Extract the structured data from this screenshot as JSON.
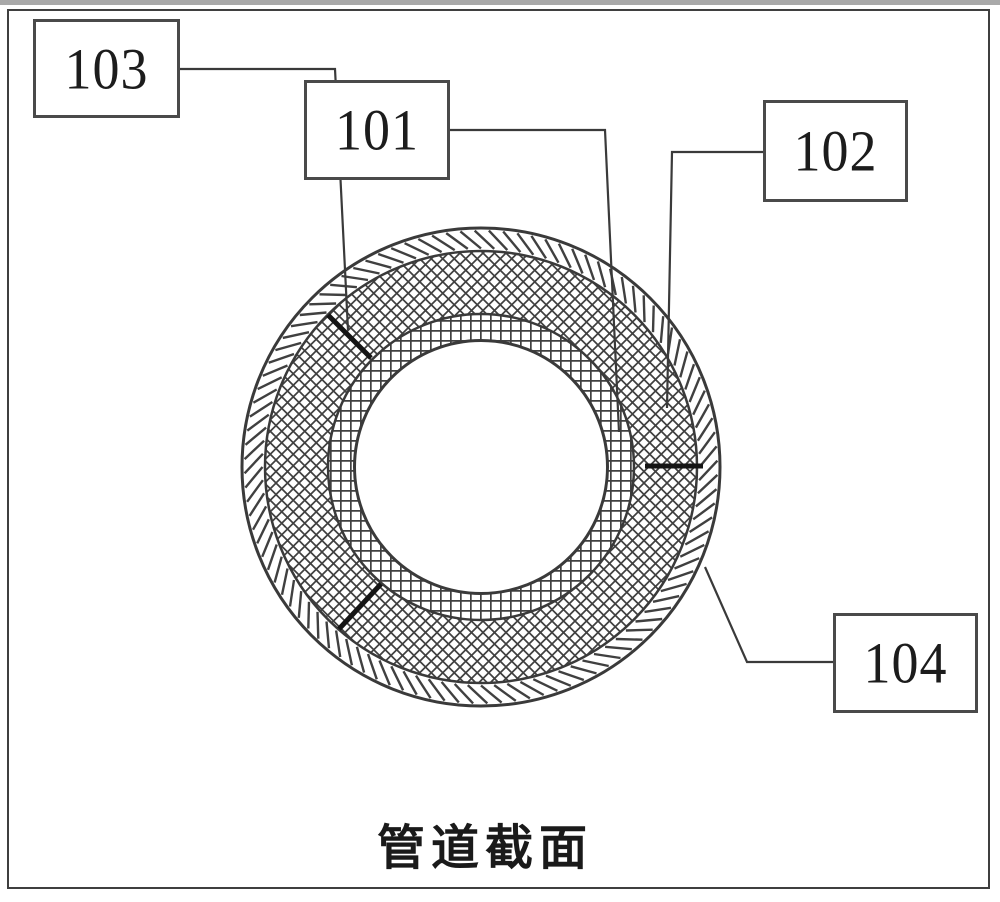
{
  "figure": {
    "caption": "管道截面",
    "labels": [
      {
        "id": "103",
        "text": "103"
      },
      {
        "id": "101",
        "text": "101"
      },
      {
        "id": "102",
        "text": "102"
      },
      {
        "id": "104",
        "text": "104"
      }
    ]
  },
  "colors": {
    "ink": "#3a3a3a",
    "hatch": "#404040",
    "tick": "#151515",
    "frame": "#3f3f3f",
    "top_band": "#a9a9a9",
    "paper": "#ffffff"
  }
}
